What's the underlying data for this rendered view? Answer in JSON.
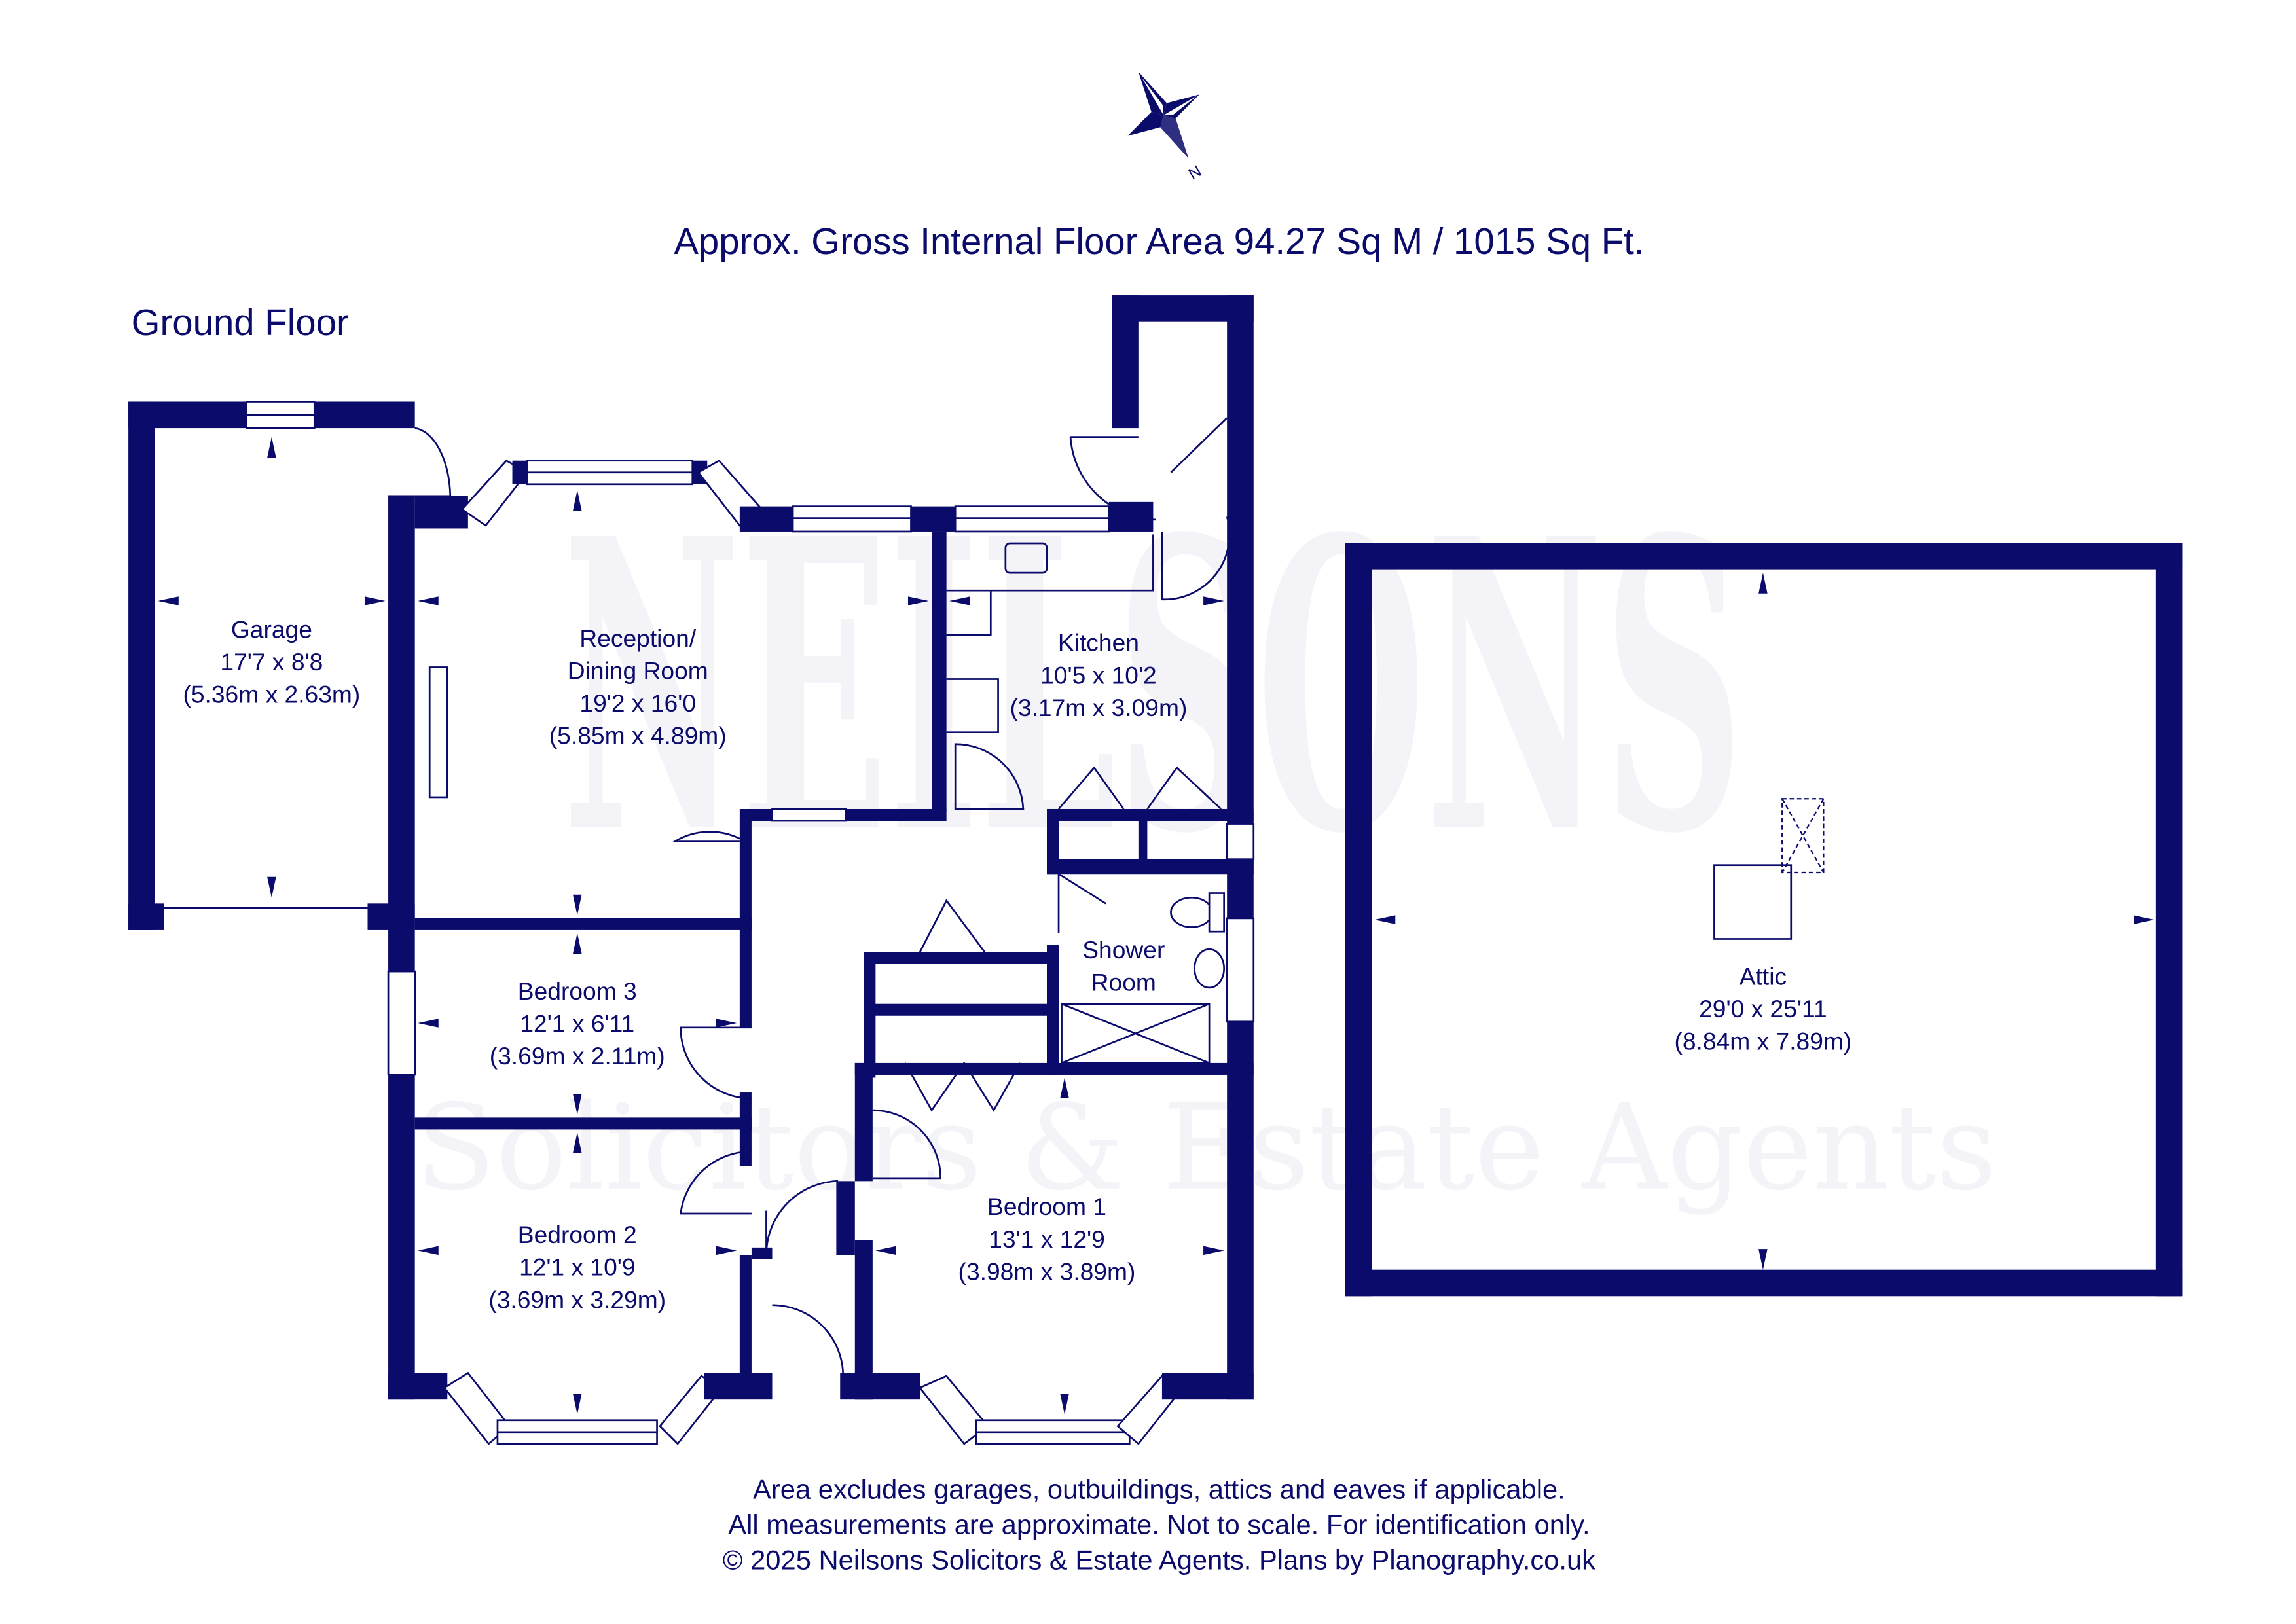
{
  "header": {
    "title": "Approx. Gross Internal Floor Area 94.27 Sq M / 1015 Sq Ft.",
    "floor_label": "Ground Floor",
    "compass_label": "N"
  },
  "watermark": {
    "brand": "NEILSONS",
    "tagline": "Solicitors & Estate Agents"
  },
  "rooms": {
    "garage": {
      "name": "Garage",
      "imperial": "17'7 x 8'8",
      "metric": "(5.36m x 2.63m)"
    },
    "reception": {
      "name": "Reception/",
      "name2": "Dining Room",
      "imperial": "19'2 x 16'0",
      "metric": "(5.85m x 4.89m)"
    },
    "kitchen": {
      "name": "Kitchen",
      "imperial": "10'5 x 10'2",
      "metric": "(3.17m x 3.09m)"
    },
    "shower": {
      "name": "Shower",
      "name2": "Room"
    },
    "bedroom3": {
      "name": "Bedroom 3",
      "imperial": "12'1 x 6'11",
      "metric": "(3.69m x 2.11m)"
    },
    "bedroom2": {
      "name": "Bedroom 2",
      "imperial": "12'1 x 10'9",
      "metric": "(3.69m x 3.29m)"
    },
    "bedroom1": {
      "name": "Bedroom 1",
      "imperial": "13'1 x 12'9",
      "metric": "(3.98m x 3.89m)"
    },
    "attic": {
      "name": "Attic",
      "imperial": "29'0 x 25'11",
      "metric": "(8.84m x 7.89m)"
    }
  },
  "footer": {
    "line1": "Area excludes garages, outbuildings, attics and eaves if applicable.",
    "line2": "All measurements are approximate. Not to scale. For identification only.",
    "line3": "© 2025 Neilsons Solicitors & Estate Agents. Plans by Planography.co.uk"
  },
  "colors": {
    "ink": "#0b0b6b",
    "background": "#ffffff"
  }
}
